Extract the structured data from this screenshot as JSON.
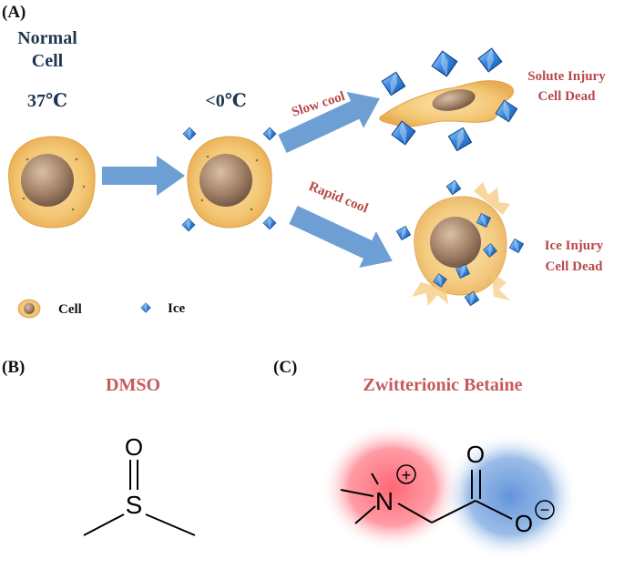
{
  "panels": {
    "a_label": "(A)",
    "b_label": "(B)",
    "c_label": "(C)"
  },
  "panel_a": {
    "normal_line1": "Normal",
    "normal_line2": "Cell",
    "temp_normal": "37℃",
    "temp_cold": "<0℃",
    "slow_cool": "Slow cool",
    "rapid_cool": "Rapid cool",
    "solute_line1": "Solute Injury",
    "solute_line2": "Cell Dead",
    "ice_line1": "Ice Injury",
    "ice_line2": "Cell Dead",
    "legend_cell": "Cell",
    "legend_ice": "Ice"
  },
  "panel_b": {
    "title": "DMSO",
    "atom_o": "O",
    "atom_s": "S"
  },
  "panel_c": {
    "title": "Zwitterionic Betaine",
    "atom_n": "N",
    "charge_pos": "+",
    "atom_o_top": "O",
    "atom_o_bottom": "O",
    "charge_neg": "−"
  },
  "colors": {
    "cell_fill": "#f3c673",
    "nucleus": "#a08066",
    "arrow": "#6e9fd4",
    "ice": "#2e7fd6",
    "label_red": "#b8484a",
    "label_navy": "#1f3552",
    "cation_glow": "#ff5f6d",
    "anion_glow": "#5a8fd8"
  }
}
